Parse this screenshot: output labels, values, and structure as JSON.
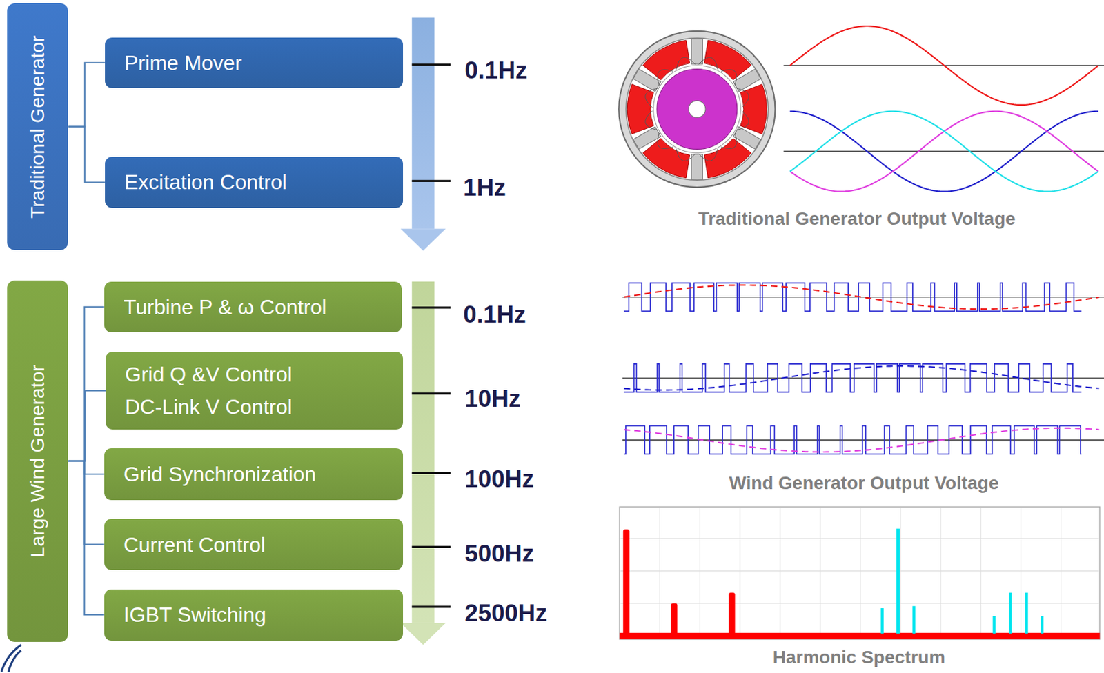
{
  "diagram": {
    "nodes": [
      {
        "text": [
          "Traditional Generator"
        ]
      },
      {
        "text": [
          "Prime Mover"
        ]
      },
      {
        "text": [
          "Excitation Control"
        ]
      },
      {
        "text": [
          "Large Wind Generator"
        ]
      },
      {
        "text": [
          "Turbine P & ω Control"
        ]
      },
      {
        "text": [
          "Grid Q &V Control",
          "DC-Link V Control"
        ]
      },
      {
        "text": [
          "Grid Synchronization"
        ]
      },
      {
        "text": [
          "Current Control"
        ]
      },
      {
        "text": [
          "IGBT Switching"
        ]
      }
    ],
    "edges": [
      {
        "from": 0,
        "to": 1,
        "arrow": "none"
      },
      {
        "from": 0,
        "to": 2,
        "arrow": "none"
      },
      {
        "from": 3,
        "to": 4,
        "arrow": "none"
      },
      {
        "from": 3,
        "to": 5,
        "arrow": "none"
      },
      {
        "from": 3,
        "to": 6,
        "arrow": "none"
      },
      {
        "from": 3,
        "to": 7,
        "arrow": "none"
      },
      {
        "from": 3,
        "to": 8,
        "arrow": "none"
      }
    ],
    "labels": [
      "0.1Hz",
      "1Hz",
      "0.1Hz",
      "10Hz",
      "100Hz",
      "500Hz",
      "2500Hz",
      "Traditional Generator Output Voltage",
      "Wind Generator Output Voltage",
      "Harmonic Spectrum"
    ]
  }
}
